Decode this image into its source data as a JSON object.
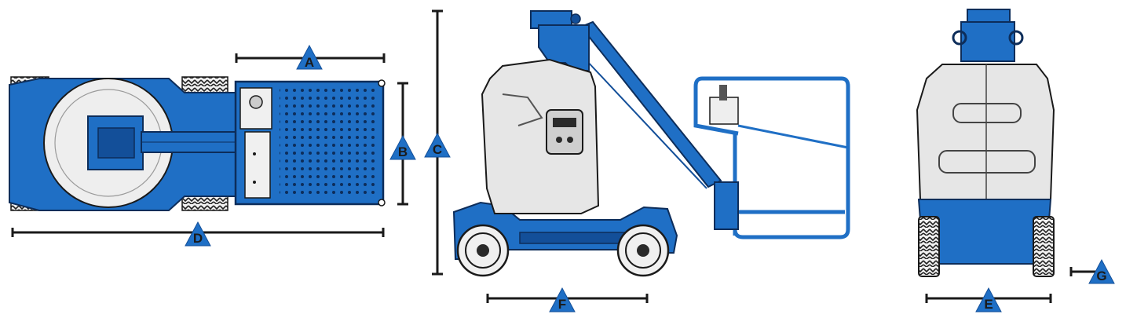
{
  "accent_color": "#1f6fc5",
  "dark_blue": "#134f99",
  "body_grey": "#e6e6e6",
  "ink_color": "#1a1a1a",
  "dimension_markers": {
    "a": "A",
    "b": "B",
    "c": "C",
    "d": "D",
    "e": "E",
    "f": "F",
    "g": "G"
  },
  "views": [
    "top-view",
    "side-view",
    "rear-view"
  ]
}
